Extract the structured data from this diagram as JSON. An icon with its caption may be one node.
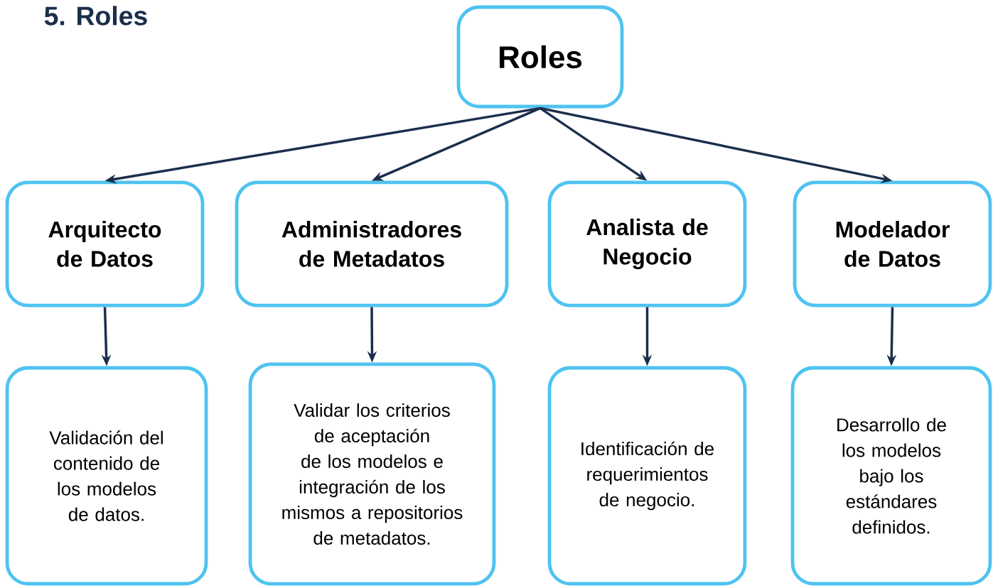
{
  "diagram": {
    "title": "5. Roles",
    "nodes": [
      {
        "text": [
          "Roles"
        ]
      },
      {
        "text": [
          "Arquitecto de Datos"
        ]
      },
      {
        "text": [
          "Administradores de Metadatos"
        ]
      },
      {
        "text": [
          "Analista de Negocio"
        ]
      },
      {
        "text": [
          "Modelador de Datos"
        ]
      },
      {
        "text": [
          "Validación del contenido de los modelos de datos."
        ]
      },
      {
        "text": [
          "Validar los criterios de aceptación de los modelos e integración de los mismos a repositorios de metadatos."
        ]
      },
      {
        "text": [
          "Identificación de requerimientos de negocio."
        ]
      },
      {
        "text": [
          "Desarrollo de los modelos bajo los estándares definidos."
        ]
      }
    ],
    "edges": [
      {
        "from": 0,
        "to": 1,
        "arrow": "to"
      },
      {
        "from": 0,
        "to": 2,
        "arrow": "to"
      },
      {
        "from": 0,
        "to": 3,
        "arrow": "to"
      },
      {
        "from": 0,
        "to": 4,
        "arrow": "to"
      },
      {
        "from": 1,
        "to": 5,
        "arrow": "to"
      },
      {
        "from": 2,
        "to": 6,
        "arrow": "to"
      },
      {
        "from": 3,
        "to": 7,
        "arrow": "to"
      },
      {
        "from": 4,
        "to": 8,
        "arrow": "to"
      }
    ]
  }
}
